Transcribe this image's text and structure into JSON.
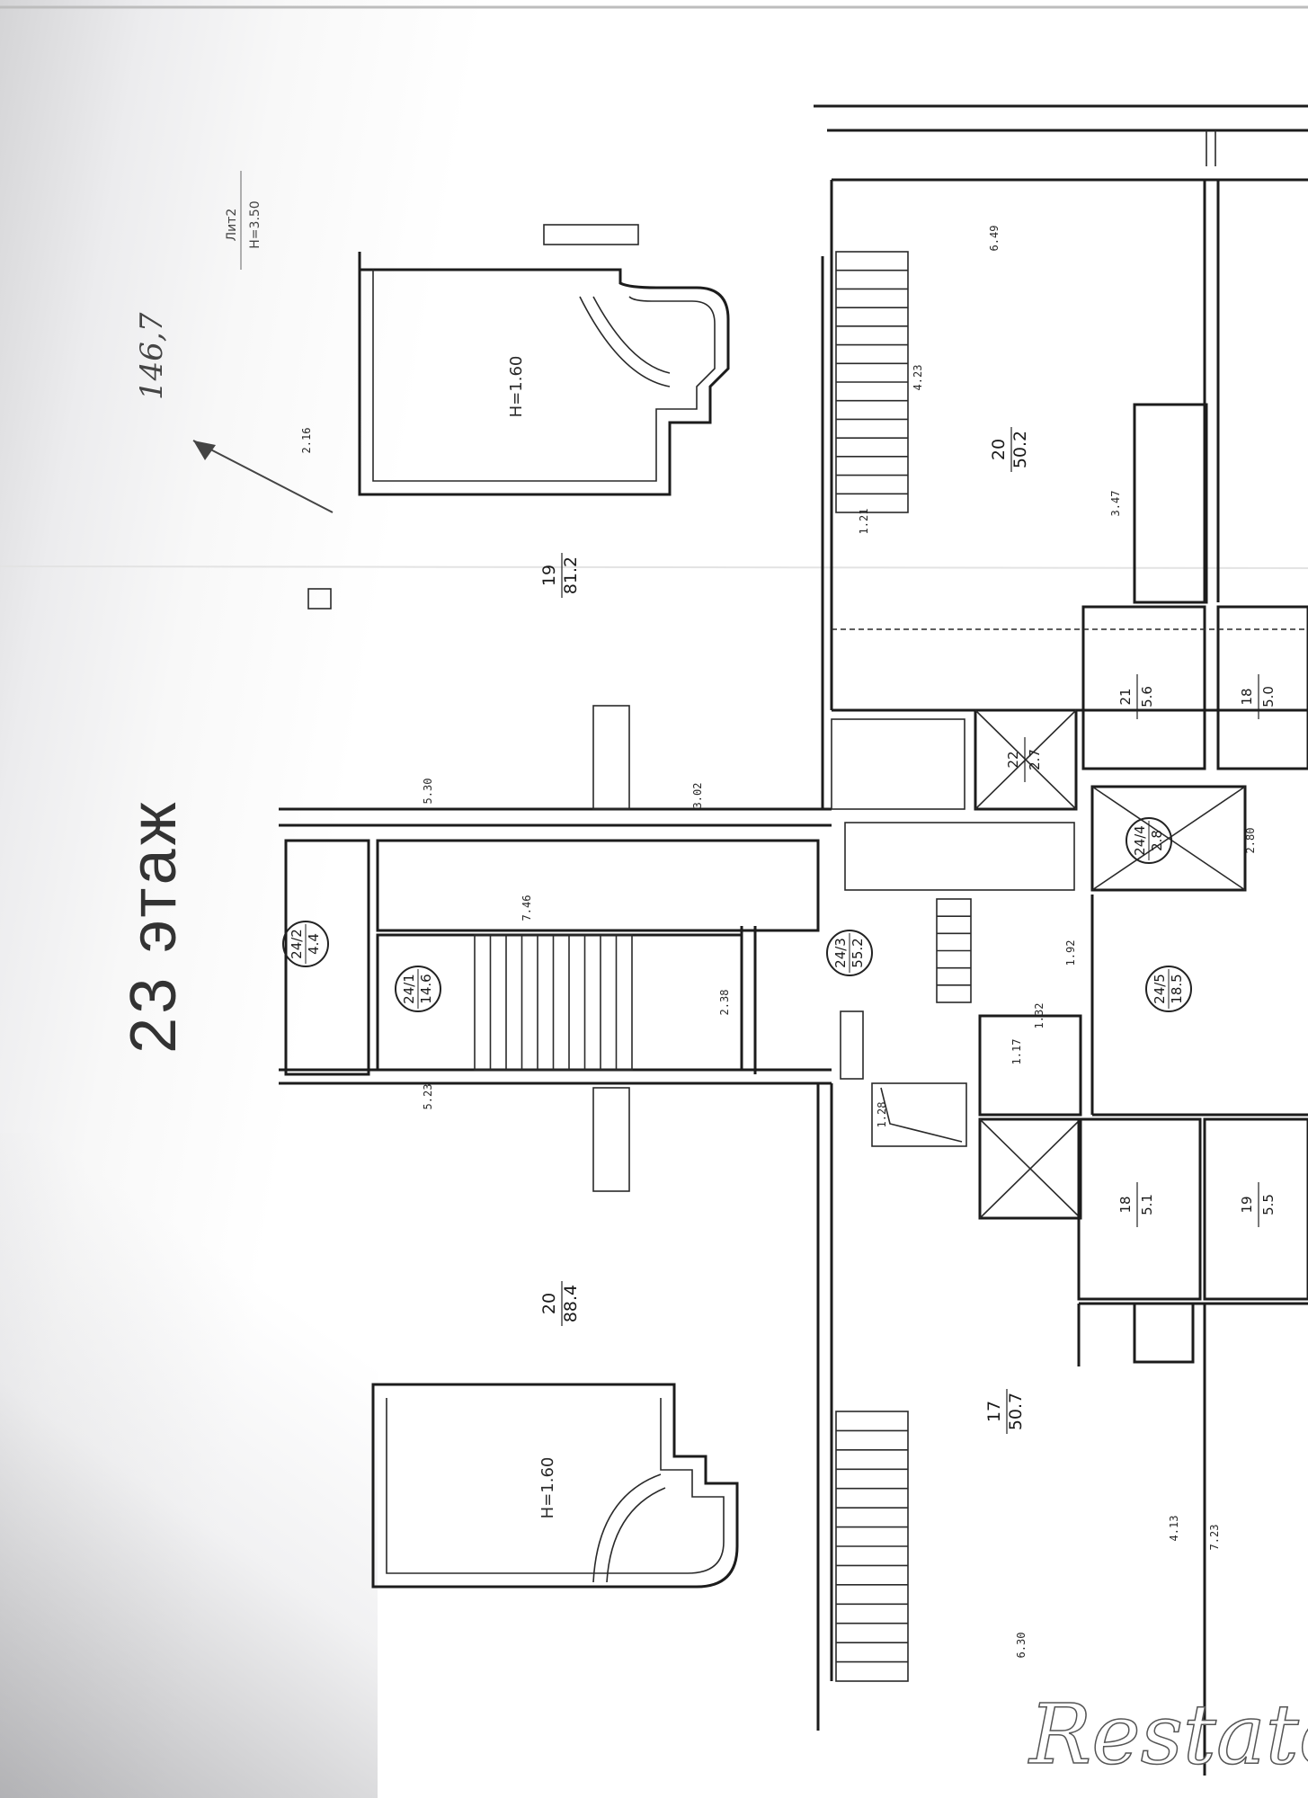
{
  "floor_title": "23 этаж",
  "handwritten_note": "146,7",
  "level_note": {
    "line1": "Лит2",
    "line2": "H=3.50"
  },
  "watermark": "Restate",
  "rooms": [
    {
      "id": "19",
      "area": "81.2"
    },
    {
      "id": "20",
      "area": "50.2"
    },
    {
      "id": "21",
      "area": "5.6"
    },
    {
      "id": "18",
      "area": "5.0"
    },
    {
      "id": "22",
      "area": "2.7"
    },
    {
      "id": "20",
      "area": "88.4"
    },
    {
      "id": "17",
      "area": "50.7"
    },
    {
      "id": "18",
      "area": "5.1"
    },
    {
      "id": "19",
      "area": "5.5"
    }
  ],
  "circles": [
    {
      "id": "24/2",
      "area": "4.4"
    },
    {
      "id": "24/1",
      "area": "14.6"
    },
    {
      "id": "24/3",
      "area": "55.2"
    },
    {
      "id": "24/5",
      "area": "18.5"
    },
    {
      "id": "24/4",
      "area": "2.8"
    }
  ],
  "pool_label": "H=1.60",
  "dimensions": [
    "2.16",
    "4.23",
    "1.21",
    "3.47",
    "5.30",
    "3.02",
    "2.38",
    "1.28",
    "5.23",
    "7.23",
    "4.13",
    "6.30",
    "6.49",
    "7.46",
    "1.17",
    "2.80",
    "1.92",
    "1.32"
  ]
}
